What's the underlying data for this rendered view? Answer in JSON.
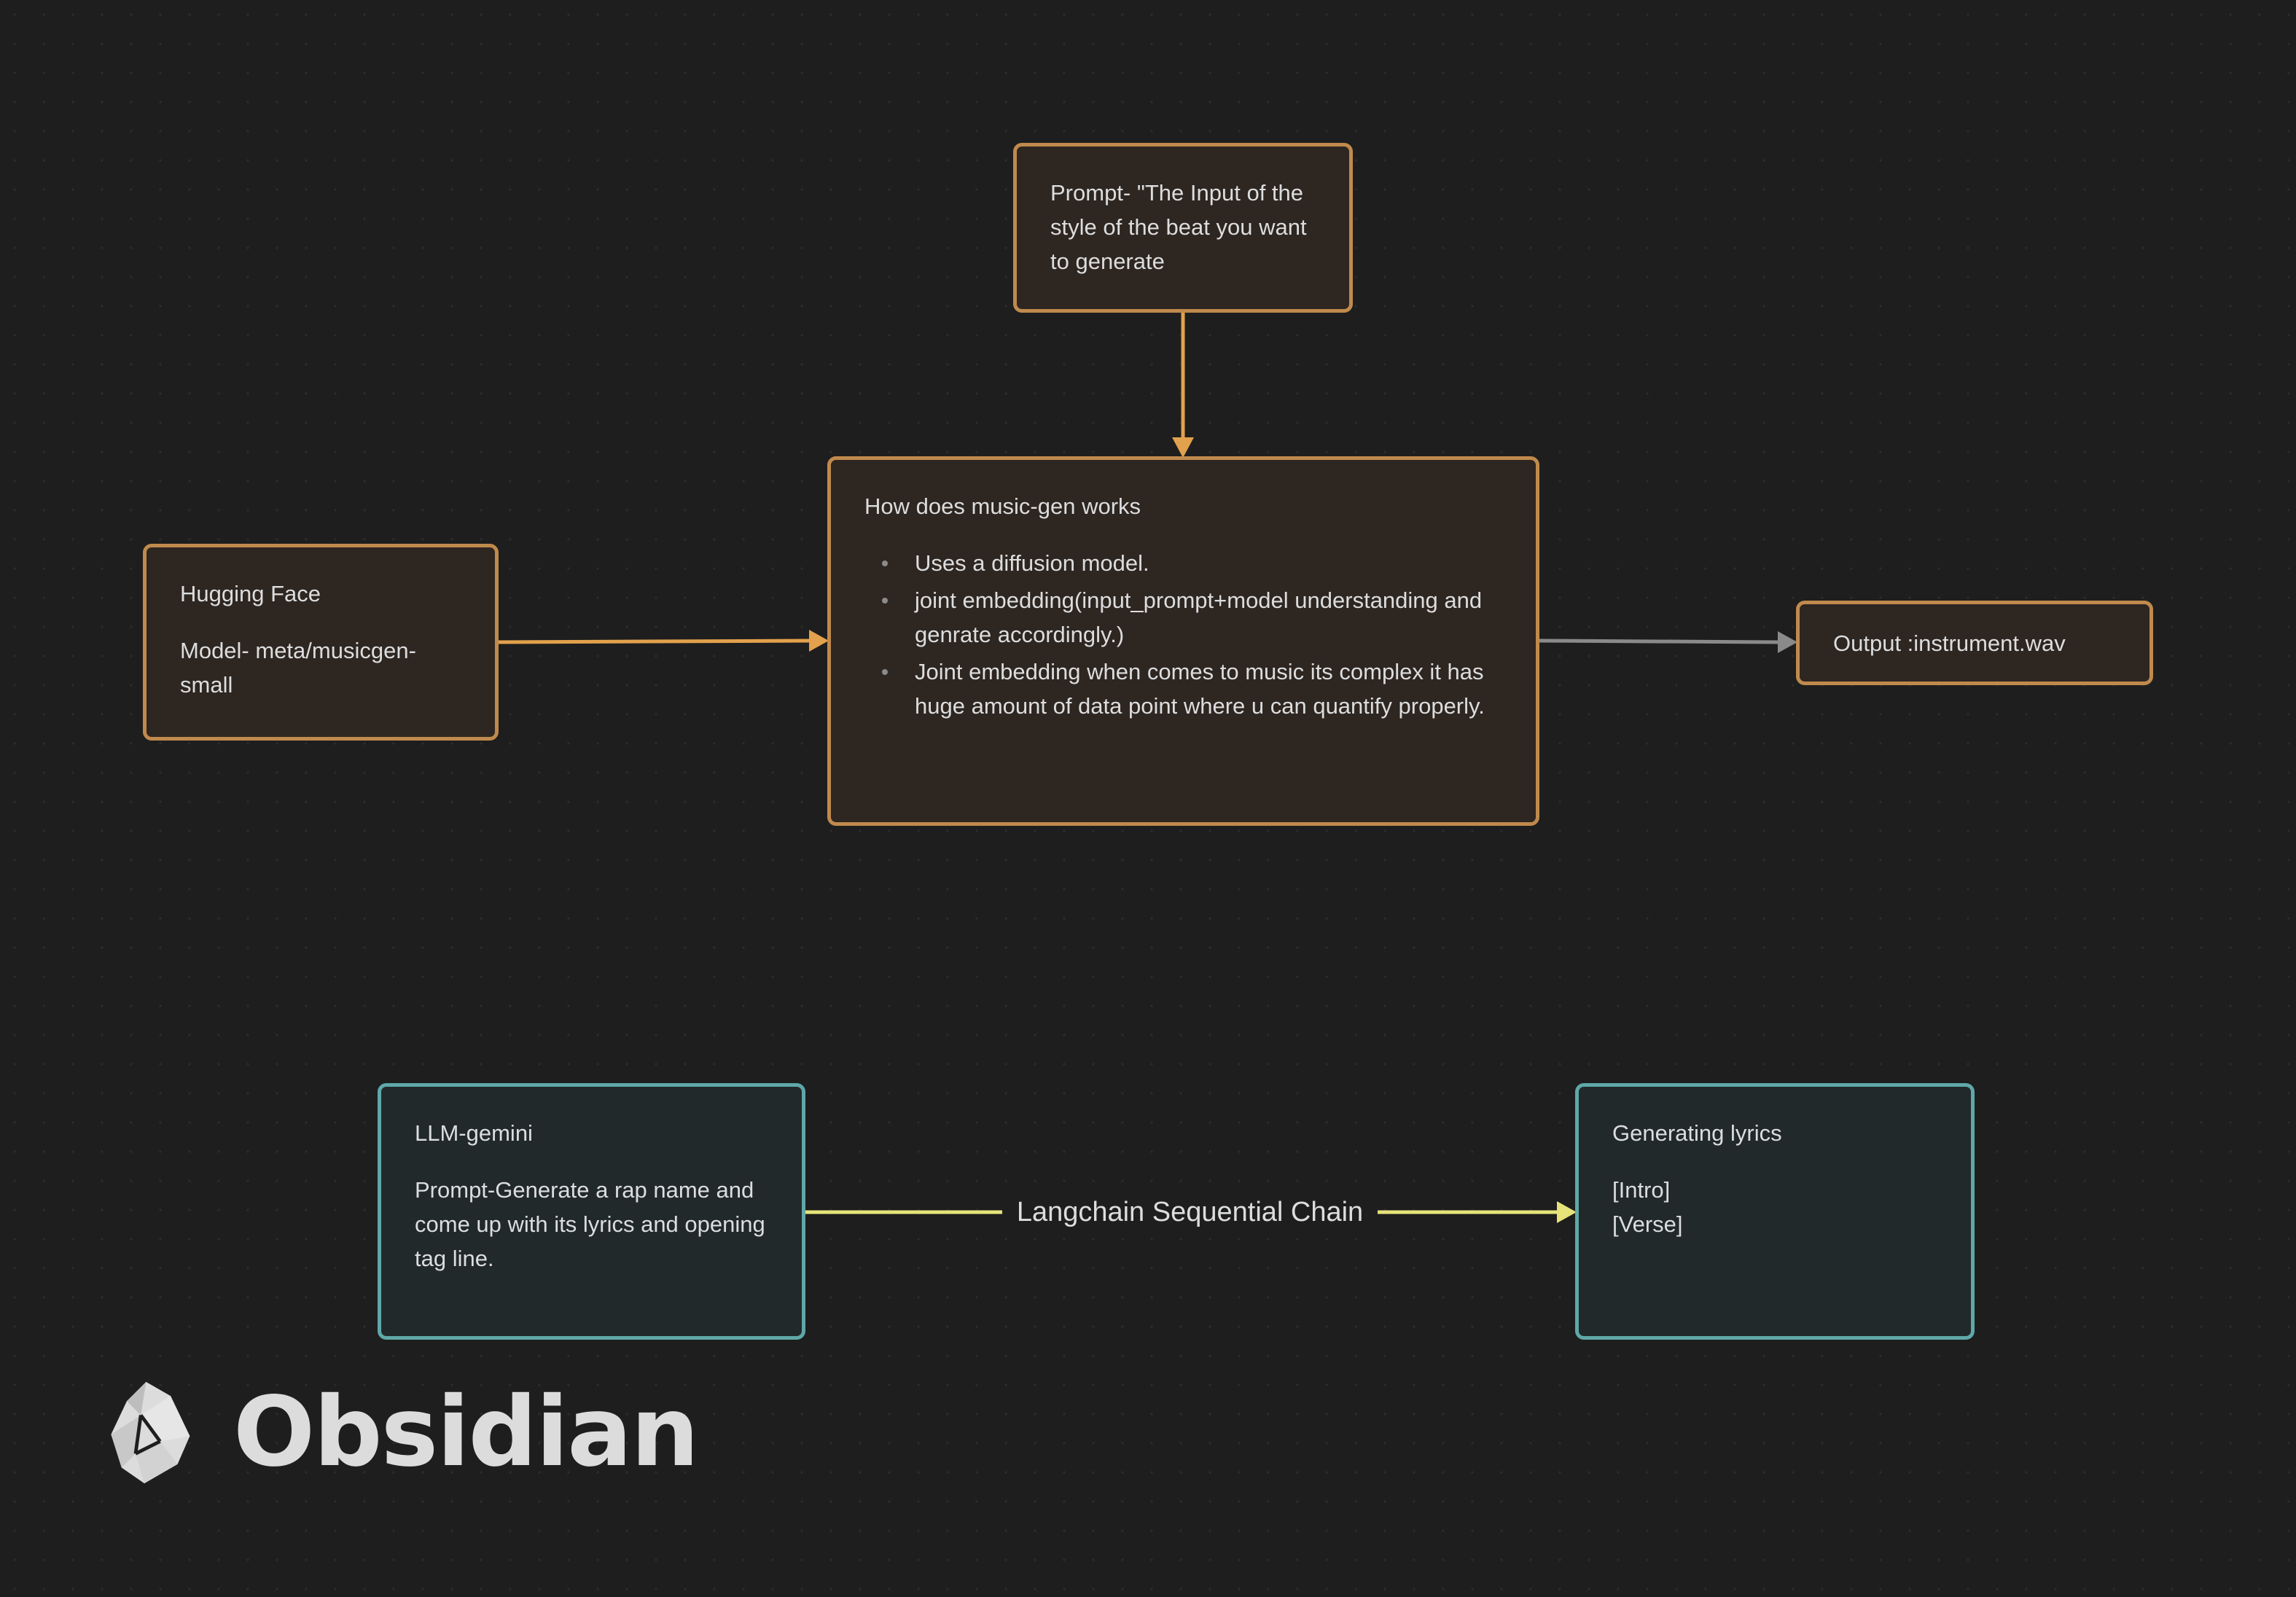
{
  "colors": {
    "background": "#1e1e1e",
    "orange_card_border": "#c08a4d",
    "teal_card_border": "#5fa8a8",
    "orange_arrow": "#e2a14c",
    "gray_arrow": "#8a8a8a",
    "yellow_arrow": "#e6e37a"
  },
  "cards": {
    "prompt": {
      "text": "Prompt- \"The Input of the style of the beat you want to generate"
    },
    "hugging_face": {
      "title": "Hugging Face",
      "body": "Model- meta/musicgen-small"
    },
    "music_gen": {
      "title": "How does music-gen works",
      "bullets": [
        "Uses a diffusion model.",
        "joint embedding(input_prompt+model understanding and genrate accordingly.)",
        "Joint embedding when comes to music its complex it has huge amount of data point where u can quantify properly."
      ]
    },
    "output": {
      "text": "Output :instrument.wav"
    },
    "llm": {
      "title": "LLM-gemini",
      "body": "Prompt-Generate a rap name and come up with its lyrics and opening tag line."
    },
    "lyrics": {
      "title": "Generating lyrics",
      "line1": "[Intro]",
      "line2": "[Verse]"
    }
  },
  "edges": {
    "chain_label": "Langchain Sequential Chain"
  },
  "brand": {
    "name": "Obsidian",
    "icon": "obsidian-logo-icon"
  }
}
